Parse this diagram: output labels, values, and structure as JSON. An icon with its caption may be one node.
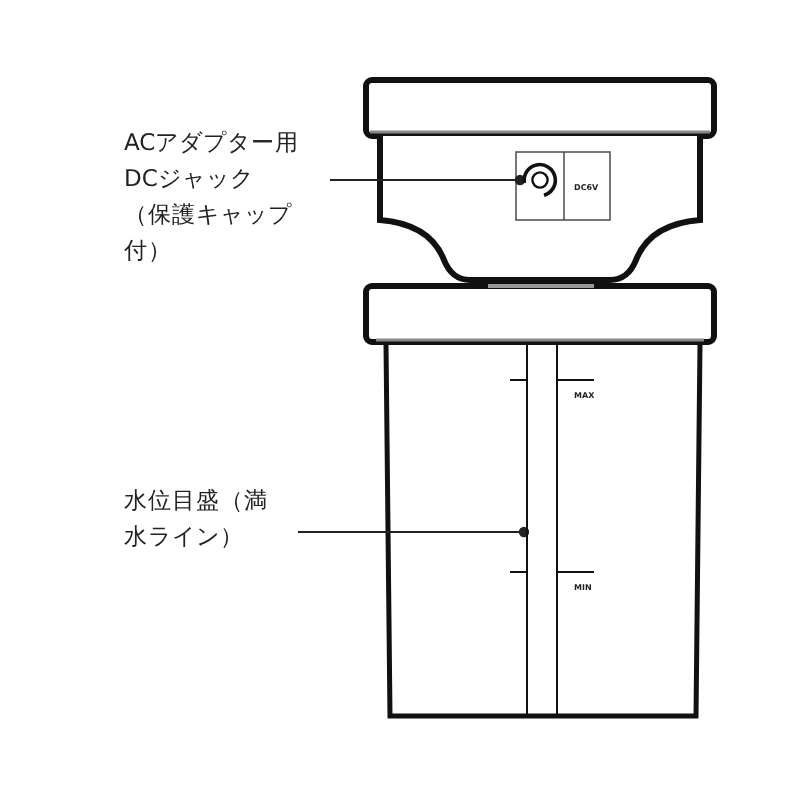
{
  "diagram": {
    "nodes": [
      {
        "text": [
          "ACアダプター用DCジャック（保護キャップ付）"
        ]
      },
      {
        "text": [],
        "shape": "circle"
      },
      {
        "text": [
          "水位目盛（満水ライン）"
        ]
      },
      {
        "text": [],
        "shape": "bar"
      }
    ],
    "edges": [
      {
        "from": 0,
        "to": 1,
        "arrow": "other"
      },
      {
        "from": 2,
        "to": 3,
        "arrow": "other"
      }
    ],
    "labels": [
      "DC6V",
      "MAX",
      "MIN"
    ]
  }
}
